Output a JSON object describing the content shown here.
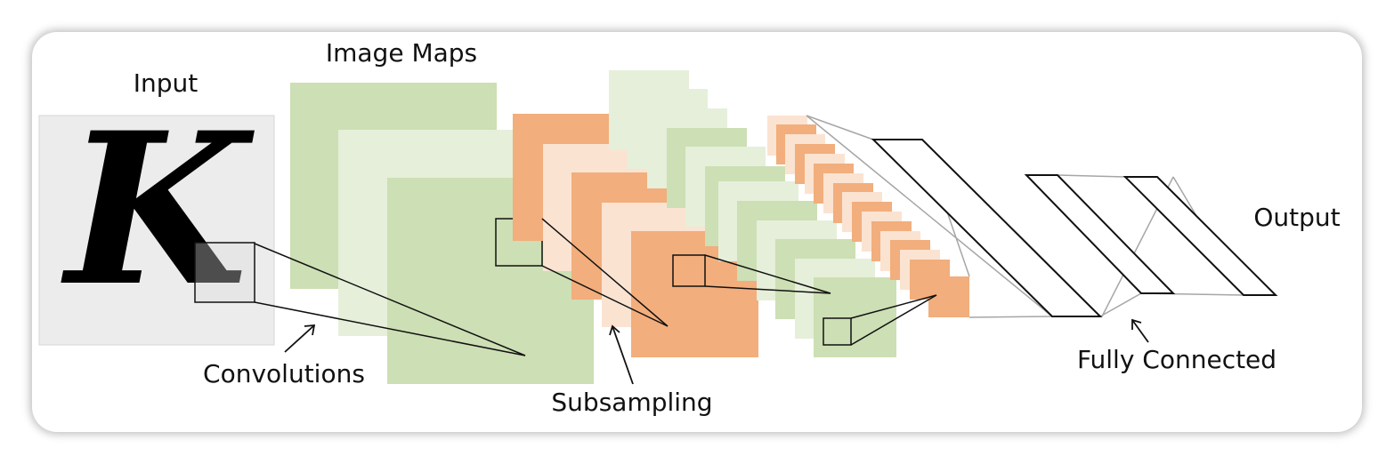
{
  "labels": {
    "input": "Input",
    "image_maps": "Image Maps",
    "output": "Output",
    "convolutions": "Convolutions",
    "subsampling": "Subsampling",
    "fully_connected": "Fully Connected"
  },
  "input_glyph": "K",
  "colors": {
    "green": "#cddfb4",
    "light_green": "#e6efda",
    "orange": "#f2ae7c",
    "light_orange": "#fbe3d2",
    "input_bg": "#ececec",
    "line": "#111111",
    "connector": "#a6a6a6"
  }
}
